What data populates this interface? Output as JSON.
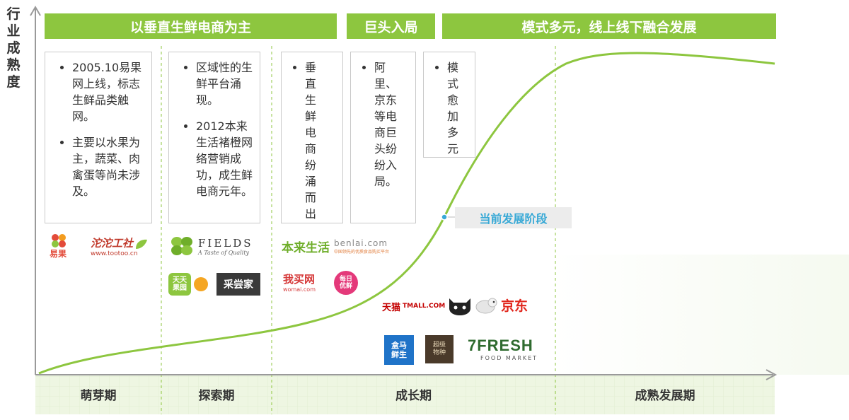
{
  "y_axis_label": "行业成熟度",
  "banners": [
    "以垂直生鲜电商为主",
    "巨头入局",
    "模式多元，线上线下融合发展"
  ],
  "stage_boxes": [
    {
      "bullets": [
        "2005.10易果网上线，标志生鲜品类触网。",
        "主要以水果为主，蔬菜、肉禽蛋等尚未涉及。"
      ]
    },
    {
      "bullets": [
        "区域性的生鲜平台涌现。",
        "2012本来生活褚橙网络营销成功，成生鲜电商元年。"
      ]
    },
    {
      "bullets": [
        "垂直生鲜电商纷涌而出"
      ]
    },
    {
      "bullets": [
        "阿里、京东等电商巨头纷纷入局。"
      ]
    },
    {
      "bullets": [
        "模式愈加多元"
      ]
    }
  ],
  "current_stage_label": "当前发展阶段",
  "phases": [
    "萌芽期",
    "探索期",
    "成长期",
    "成熟发展期"
  ],
  "logos": {
    "yiguo": "易果",
    "tootoo": "沱沱工社",
    "tootoo_url": "www.tootoo.cn",
    "fields": "FIELDS",
    "fields_tagline": "A Taste of Quality",
    "tiantian": "天天果园",
    "caishangjia": "采尝家",
    "benlai": "本来生活",
    "benlai_domain": "benlai.com",
    "benlai_tagline": "中国领先的优质食品购买平台",
    "womai": "我买网",
    "womai_domain": "womai.com",
    "meiriyouxian": "每日优鲜",
    "tmall": "天猫",
    "tmall_domain": "TMALL.COM",
    "jd": "京东",
    "hema": "盒马鲜生",
    "jiuhang": "超级物种",
    "sevenfresh": "7FRESH",
    "sevenfresh_sub": "FOOD MARKET"
  },
  "colors": {
    "banner_green": "#8dc63f",
    "curve_green": "#8dc63f",
    "callout_blue": "#38a9d6",
    "phase_band": "#eef6e2"
  }
}
